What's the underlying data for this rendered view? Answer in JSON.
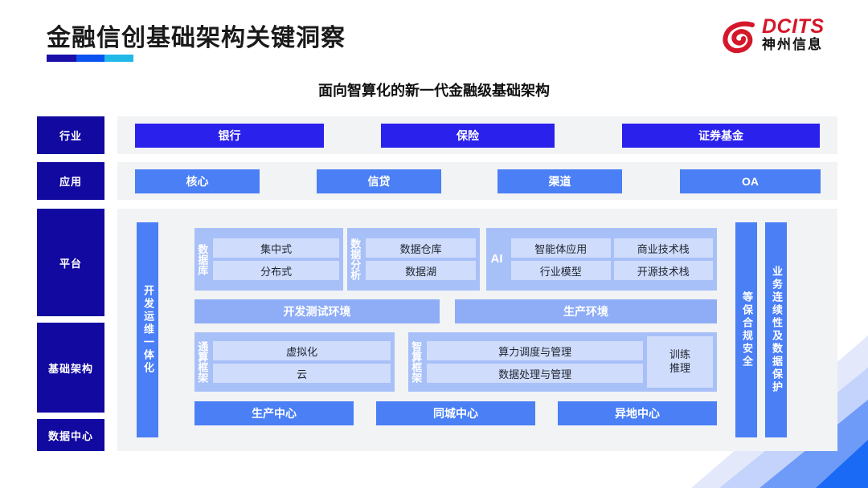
{
  "header": {
    "title": "金融信创基础架构关键洞察",
    "logo": {
      "en": "DCITS",
      "cn": "神州信息",
      "mark": "swirl-logo-icon"
    },
    "subtitle": "面向智算化的新一代金融级基础架构"
  },
  "colors": {
    "label_navy": "#1209a0",
    "chip_dark": "#2a21ec",
    "chip_mid": "#4a7ff5",
    "group_bg": "#a8c0f8",
    "item_bg": "#cfdcfb",
    "env_bg": "#8fadf7",
    "panel_bg": "#f2f3f5",
    "logo_red": "#d4172a"
  },
  "rows": {
    "industry_label": "行业",
    "app_label": "应用",
    "platform_label": "平台",
    "infra_label": "基础架构",
    "datacenter_label": "数据中心"
  },
  "industry": {
    "items": [
      "银行",
      "保险",
      "证券基金"
    ]
  },
  "application": {
    "items": [
      "核心",
      "信贷",
      "渠道",
      "OA"
    ]
  },
  "sidebars": {
    "devops": "开发运维一体化",
    "security": "等保合规安全",
    "bcdr": "业务连续性及数据保护"
  },
  "platform": {
    "database": {
      "label": "数据库",
      "items": [
        "集中式",
        "分布式"
      ]
    },
    "data_analysis": {
      "label": "数据分析",
      "items": [
        "数据仓库",
        "数据湖"
      ]
    },
    "ai": {
      "label": "AI",
      "items": [
        "智能体应用",
        "商业技术栈",
        "行业模型",
        "开源技术栈"
      ]
    },
    "environments": [
      "开发测试环境",
      "生产环境"
    ]
  },
  "infrastructure": {
    "general_compute": {
      "label": "通算框架",
      "items": [
        "虚拟化",
        "云"
      ]
    },
    "intelligent_compute": {
      "label": "智算框架",
      "items": [
        "算力调度与管理",
        "数据处理与管理"
      ],
      "side": [
        "训练",
        "推理"
      ]
    }
  },
  "datacenters": {
    "items": [
      "生产中心",
      "同城中心",
      "异地中心"
    ]
  }
}
